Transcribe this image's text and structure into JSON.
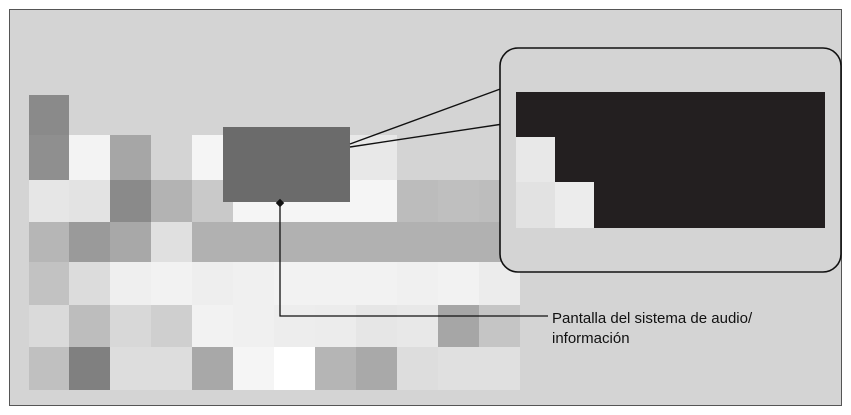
{
  "callout": {
    "label_line1": "Pantalla del sistema de audio/",
    "label_line2": "información"
  },
  "colors": {
    "background": "#d4d4d4",
    "frame": "#555555",
    "screen": "#6b6b6b",
    "zoom_dark": "#231f20",
    "zoom_bubble": "#d4d4d4",
    "leader_line": "#111111"
  },
  "illustration": {
    "style": "pixelated dashboard silhouette",
    "highlighted_element": "audio/information screen"
  }
}
